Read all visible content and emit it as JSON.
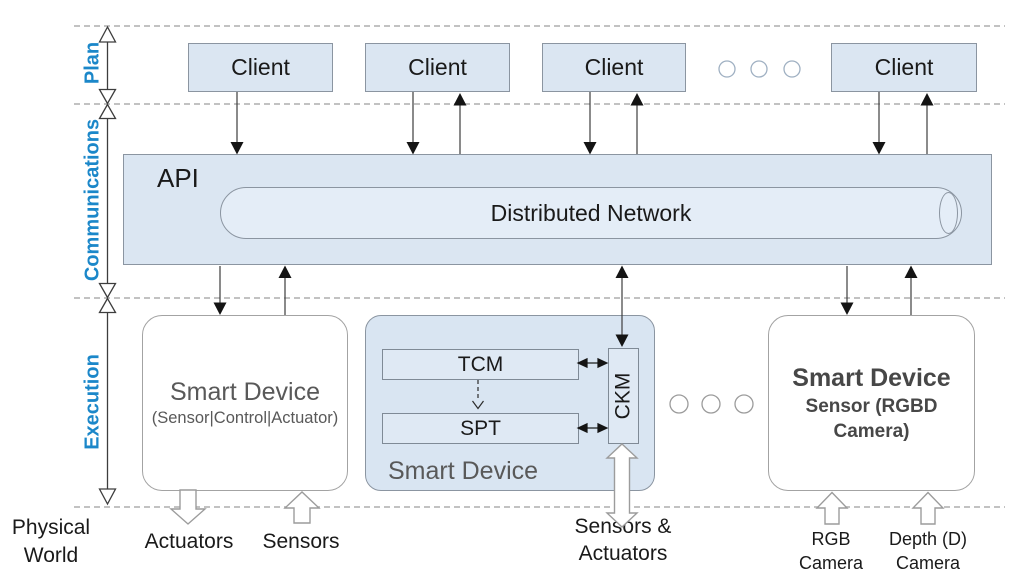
{
  "layers": {
    "plan": "Plan",
    "communications": "Communications",
    "execution": "Execution",
    "physical_world": {
      "line1": "Physical",
      "line2": "World"
    }
  },
  "clients": [
    "Client",
    "Client",
    "Client",
    "Client"
  ],
  "api": {
    "label": "API",
    "network_label": "Distributed Network"
  },
  "devices": {
    "left": {
      "title": "Smart Device",
      "subtitle": "(Sensor|Control|Actuator)"
    },
    "middle": {
      "title": "Smart Device",
      "modules": {
        "tcm": "TCM",
        "spt": "SPT",
        "ckm": "CKM"
      }
    },
    "right": {
      "title": "Smart Device",
      "subtitle": "Sensor (RGBD Camera)"
    }
  },
  "physical_labels": {
    "actuators": "Actuators",
    "sensors": "Sensors",
    "sensors_actuators": {
      "line1": "Sensors &",
      "line2": "Actuators"
    },
    "rgb_camera": {
      "line1": "RGB",
      "line2": "Camera"
    },
    "depth_camera": {
      "line1": "Depth (D)",
      "line2": "Camera"
    }
  },
  "colors": {
    "layer_label_blue": "#1b87c9",
    "box_fill_blue": "#dbe6f2",
    "capsule_fill": "#e4edf7",
    "box_border_gray": "#8b95a1",
    "device_text_gray": "#595959",
    "dashed_line_gray": "#adadad"
  }
}
